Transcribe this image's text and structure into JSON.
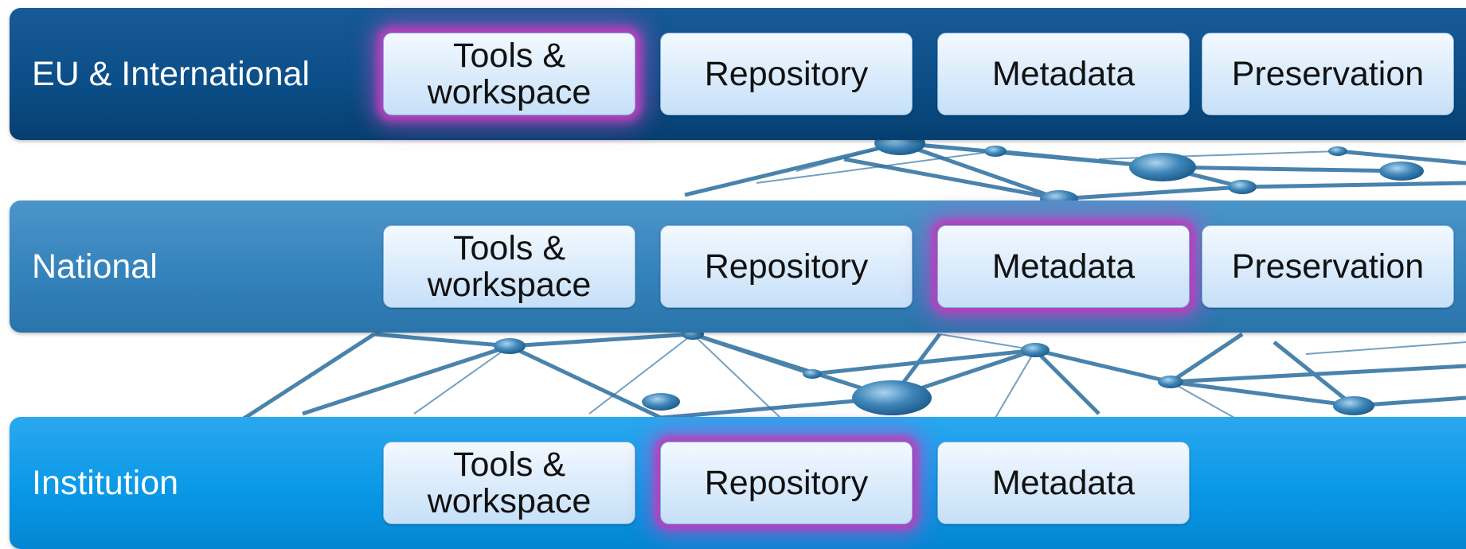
{
  "colors": {
    "eu_band": "#0b4d86",
    "national_band": "#3381ba",
    "institution_band": "#0797e6",
    "button_fill": "#d8eafb",
    "highlight_glow": "#b83fbe",
    "network_lines": "#2a6e9e"
  },
  "layers": [
    {
      "label": "EU & International",
      "components": [
        {
          "label": "Tools &\nworkspace",
          "highlighted": true
        },
        {
          "label": "Repository",
          "highlighted": false
        },
        {
          "label": "Metadata",
          "highlighted": false
        },
        {
          "label": "Preservation",
          "highlighted": false
        }
      ]
    },
    {
      "label": "National",
      "components": [
        {
          "label": "Tools &\nworkspace",
          "highlighted": false
        },
        {
          "label": "Repository",
          "highlighted": false
        },
        {
          "label": "Metadata",
          "highlighted": true
        },
        {
          "label": "Preservation",
          "highlighted": false
        }
      ]
    },
    {
      "label": "Institution",
      "components": [
        {
          "label": "Tools &\nworkspace",
          "highlighted": false
        },
        {
          "label": "Repository",
          "highlighted": true
        },
        {
          "label": "Metadata",
          "highlighted": false
        }
      ]
    }
  ]
}
